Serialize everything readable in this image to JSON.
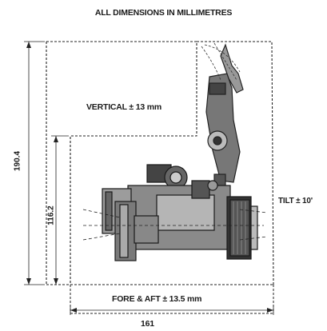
{
  "title": "ALL DIMENSIONS IN MILLIMETRES",
  "labels": {
    "vertical": "VERTICAL ± 13 mm",
    "tilt": "TILT ± 10'",
    "fore_aft": "FORE & AFT ± 13.5 mm",
    "width": "161",
    "height_total": "190.4",
    "height_lower": "116.2"
  }
}
